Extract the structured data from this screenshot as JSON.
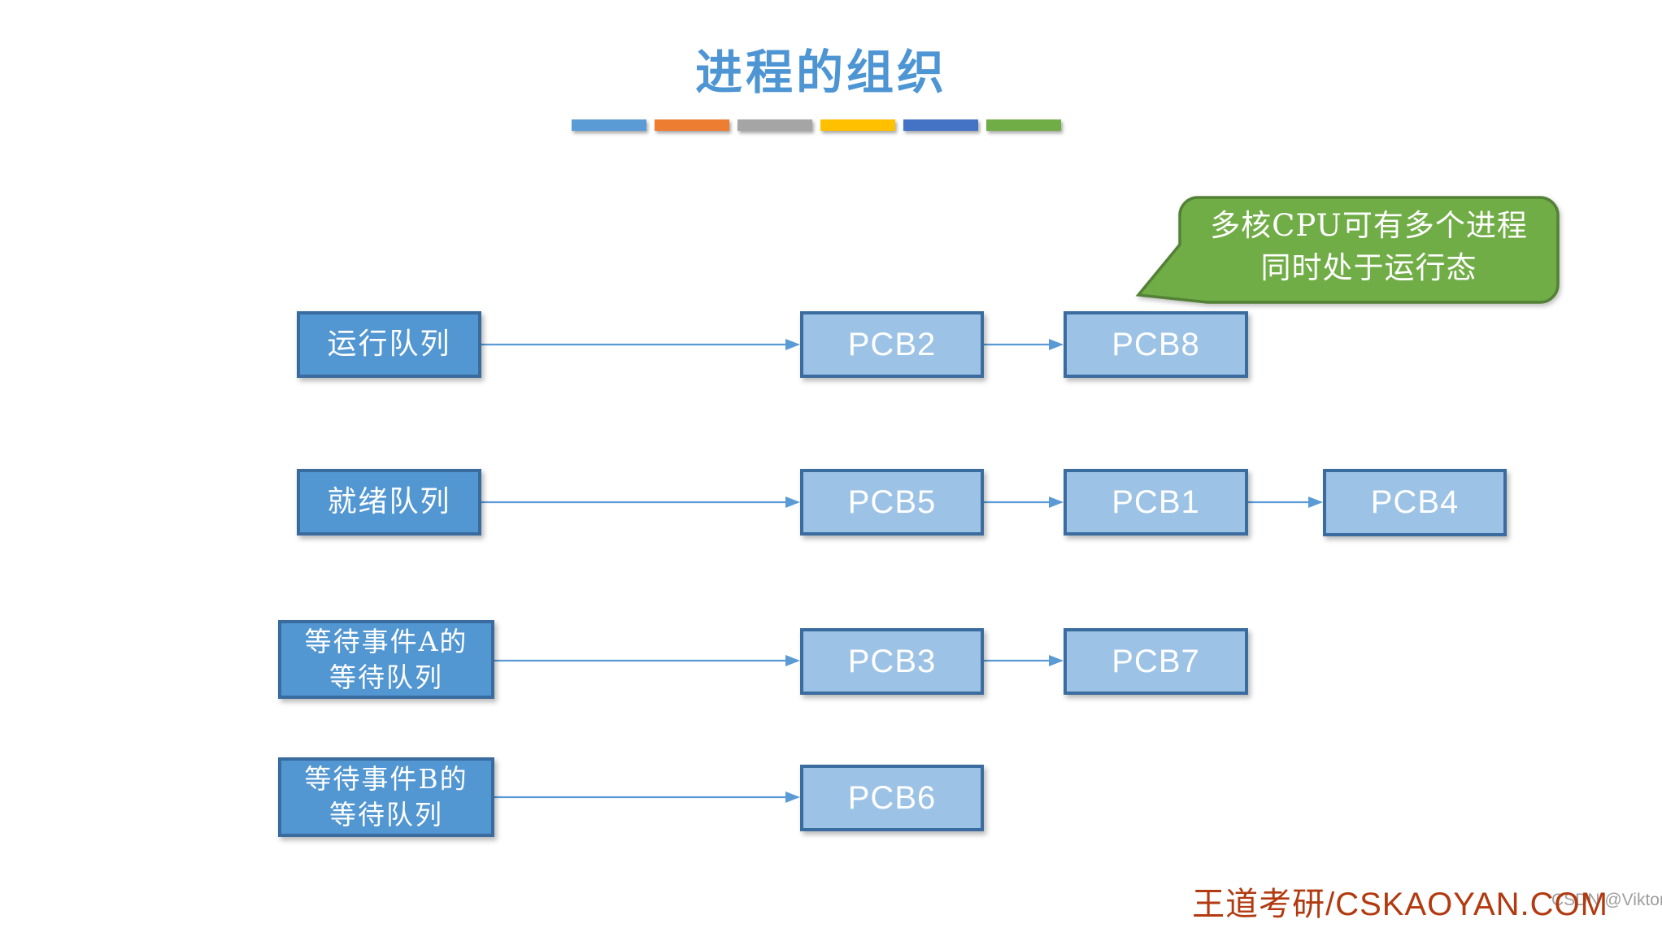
{
  "title": "进程的组织",
  "callout": {
    "line1": "多核CPU可有多个进程",
    "line2": "同时处于运行态"
  },
  "diagram": {
    "rows": [
      {
        "queue": {
          "line1": "运行队列",
          "line2": ""
        },
        "nodes": [
          "PCB2",
          "PCB8"
        ]
      },
      {
        "queue": {
          "line1": "就绪队列",
          "line2": ""
        },
        "nodes": [
          "PCB5",
          "PCB1",
          "PCB4"
        ]
      },
      {
        "queue": {
          "line1": "等待事件A的",
          "line2": "等待队列"
        },
        "nodes": [
          "PCB3",
          "PCB7"
        ]
      },
      {
        "queue": {
          "line1": "等待事件B的",
          "line2": "等待队列"
        },
        "nodes": [
          "PCB6"
        ]
      }
    ]
  },
  "footer": {
    "brand": "王道考研/CSKAOYAN.COM",
    "watermark": "CSDN @Viktoriae"
  },
  "theme": {
    "bar0": "#5B9BD5",
    "bar1": "#ED7D31",
    "bar2": "#A5A5A5",
    "bar3": "#FFC000",
    "bar4": "#4472C4",
    "bar5": "#70AD47",
    "queue-fill": "#5296D2",
    "queue-border": "#396B9E",
    "node-fill": "#9CC2E6",
    "node-border": "#3A6C9F",
    "arrow": "#5B9BD5",
    "callout-fill": "#71AD47",
    "callout-border": "#538135",
    "title-color": "#4E95D4",
    "brand-color": "#B23A10",
    "watermark-color": "#9E9E9E"
  }
}
